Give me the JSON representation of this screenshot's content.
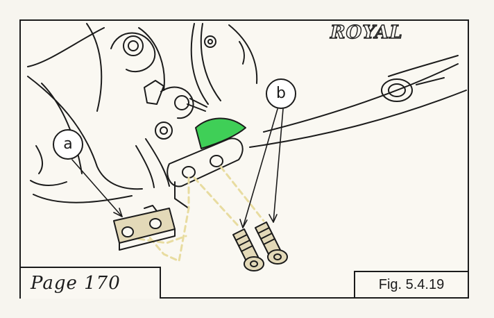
{
  "callouts": {
    "a": "a",
    "b": "b"
  },
  "page_label": "Page 170",
  "figure_label": "Fig. 5.4.19",
  "brand_text": "ROYAL",
  "colors": {
    "outline": "#1b1b1b",
    "highlight_green": "#3fcf57",
    "guide_yellow": "#e8dca0",
    "part_tan": "#e3d9b8",
    "paper": "#faf8f2"
  }
}
